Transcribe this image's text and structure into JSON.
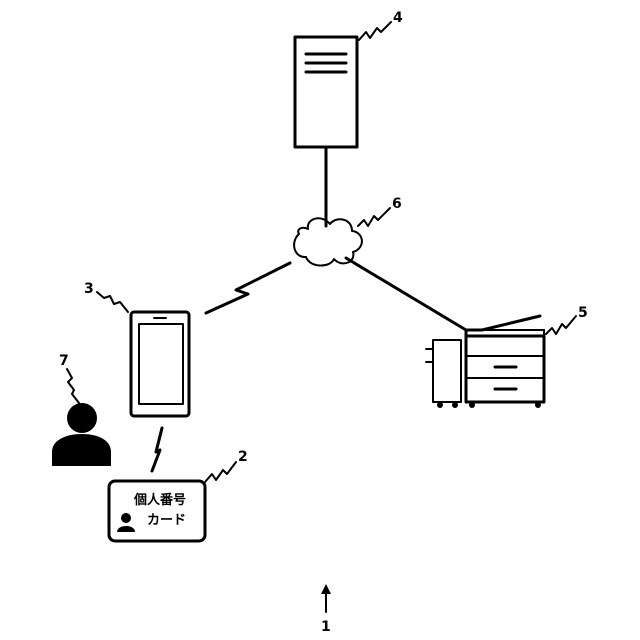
{
  "labels": {
    "system": "1",
    "card": "2",
    "terminal": "3",
    "server": "4",
    "printer": "5",
    "network": "6",
    "user": "7"
  },
  "card": {
    "line1": "個人番号",
    "line2": "カード"
  },
  "icons": {
    "server": "server-icon",
    "network": "cloud-icon",
    "terminal": "smartphone-icon",
    "user": "person-icon",
    "card": "id-card-icon",
    "printer": "multifunction-printer-icon"
  }
}
